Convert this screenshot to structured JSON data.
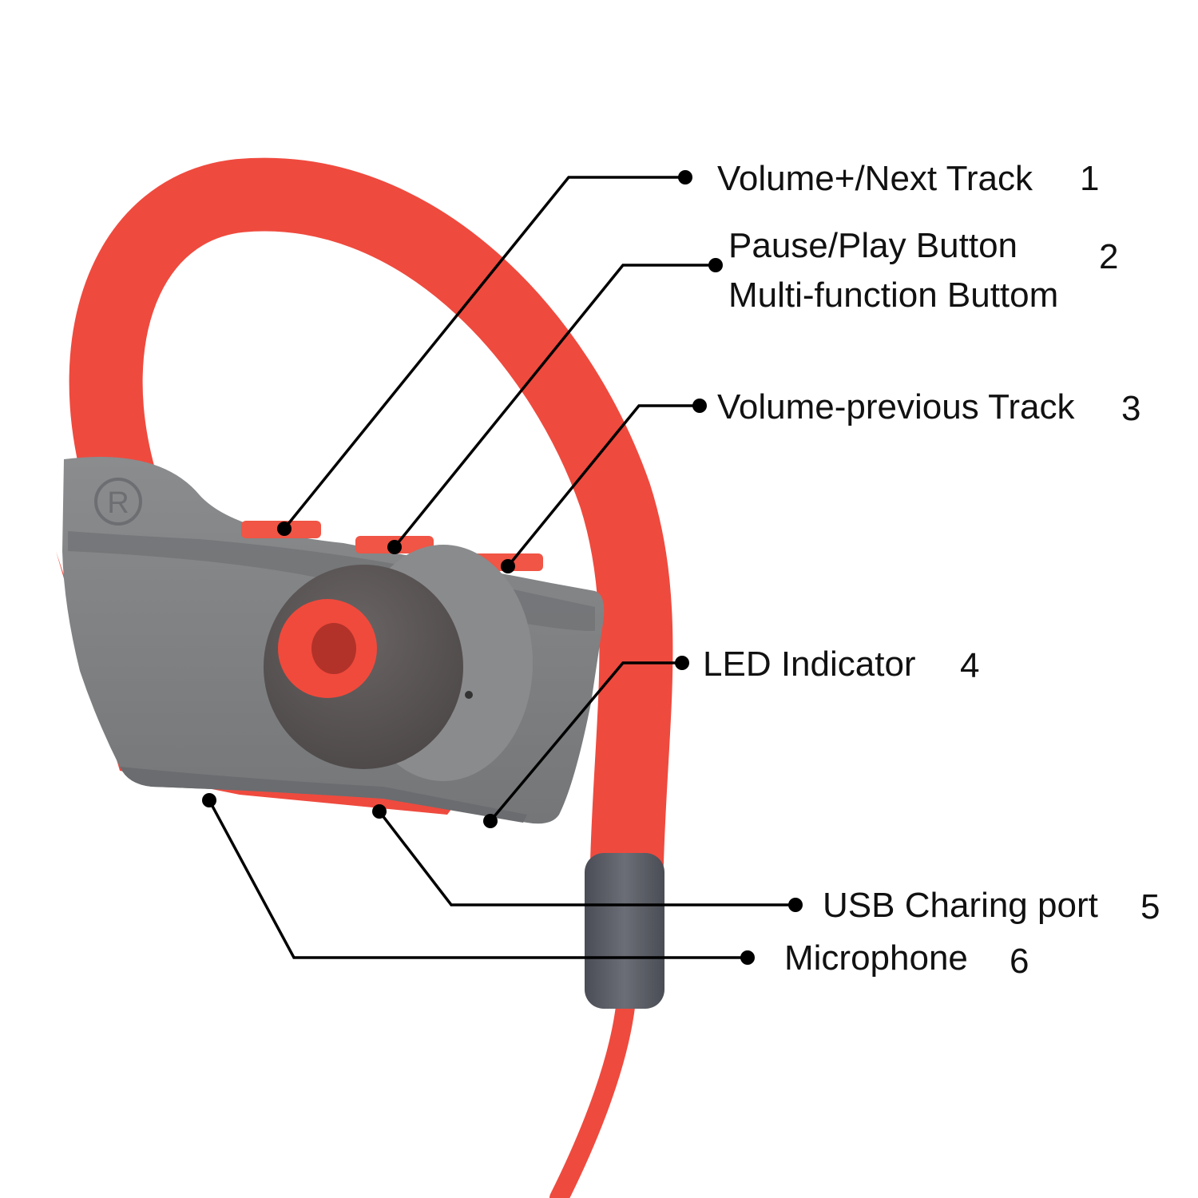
{
  "device": {
    "side_mark": "R",
    "colors": {
      "ear_hook": "#ef4a3e",
      "body": "#7f8183",
      "body_shadow": "#6e7073",
      "button": "#f05545",
      "eartip": "#8a8b8d",
      "eartip_inner": "#5e5a5a",
      "nozzle": "#f04a3c",
      "cable_sleeve": "#5b5e66",
      "leader_line": "#000000"
    }
  },
  "callouts": [
    {
      "label": "Volume+/Next Track",
      "number": "1"
    },
    {
      "label": "Pause/Play Button",
      "label_line2": "Multi-function Buttom",
      "number": "2"
    },
    {
      "label": "Volume-previous Track",
      "number": "3"
    },
    {
      "label": "LED Indicator",
      "number": "4"
    },
    {
      "label": "USB Charing port",
      "number": "5"
    },
    {
      "label": "Microphone",
      "number": "6"
    }
  ]
}
